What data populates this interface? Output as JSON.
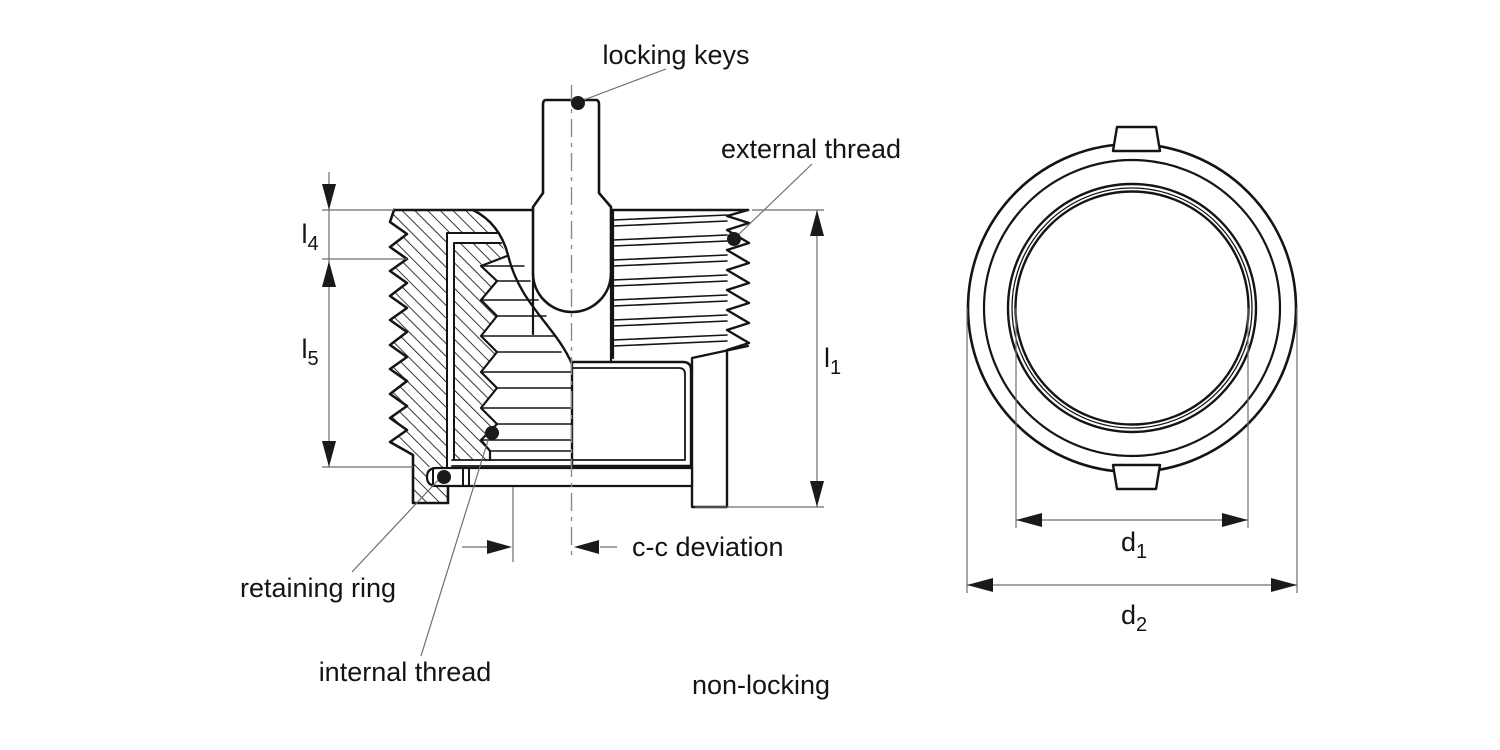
{
  "figure": {
    "callouts": {
      "locking_keys": "locking keys",
      "external_thread": "external thread",
      "retaining_ring": "retaining ring",
      "internal_thread": "internal thread",
      "cc_deviation": "c-c deviation",
      "non_locking": "non-locking"
    },
    "dimensions": {
      "l1": {
        "base": "l",
        "sub": "1"
      },
      "l4": {
        "base": "l",
        "sub": "4"
      },
      "l5": {
        "base": "l",
        "sub": "5"
      },
      "d1": {
        "base": "d",
        "sub": "1"
      },
      "d2": {
        "base": "d",
        "sub": "2"
      }
    },
    "colors": {
      "line": "#141414",
      "dimension_line": "#6e6e6e",
      "background": "#ffffff"
    }
  }
}
